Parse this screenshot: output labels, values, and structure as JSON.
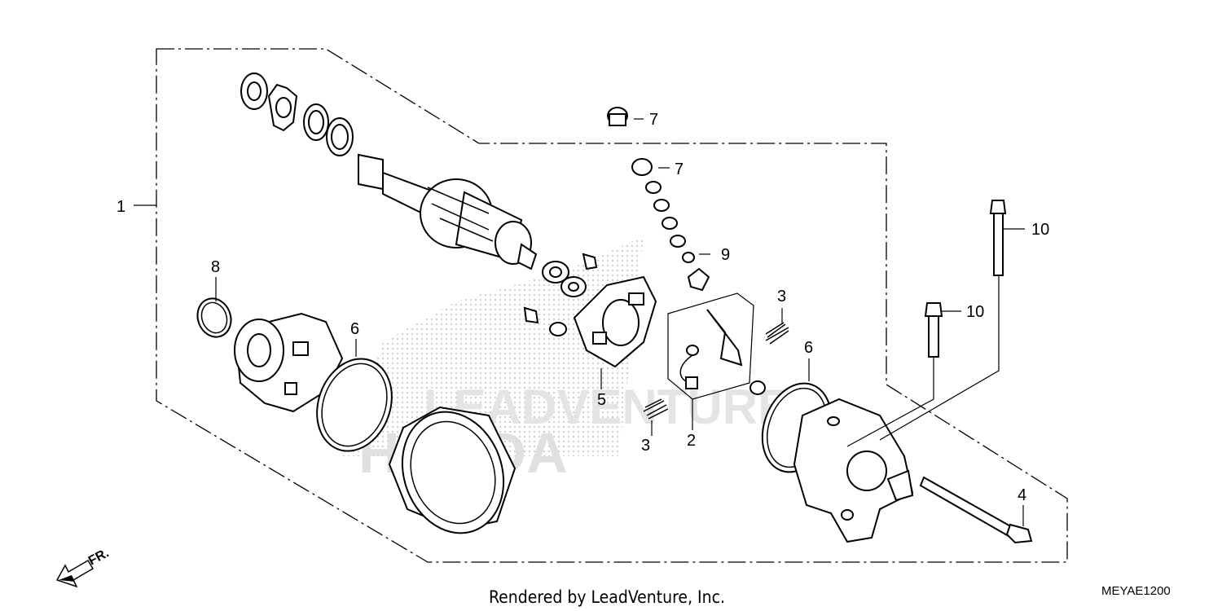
{
  "callouts": {
    "c1": "1",
    "c2": "2",
    "c3a": "3",
    "c3b": "3",
    "c4": "4",
    "c5": "5",
    "c6a": "6",
    "c6b": "6",
    "c7a": "7",
    "c7b": "7",
    "c8": "8",
    "c9": "9",
    "c10a": "10",
    "c10b": "10"
  },
  "direction_label": "FR.",
  "footer": {
    "credit": "Rendered by LeadVenture, Inc.",
    "diagram_code": "MEYAE1200"
  },
  "watermark": {
    "brand": "HONDA",
    "dealer": "LEADVENTURE"
  }
}
